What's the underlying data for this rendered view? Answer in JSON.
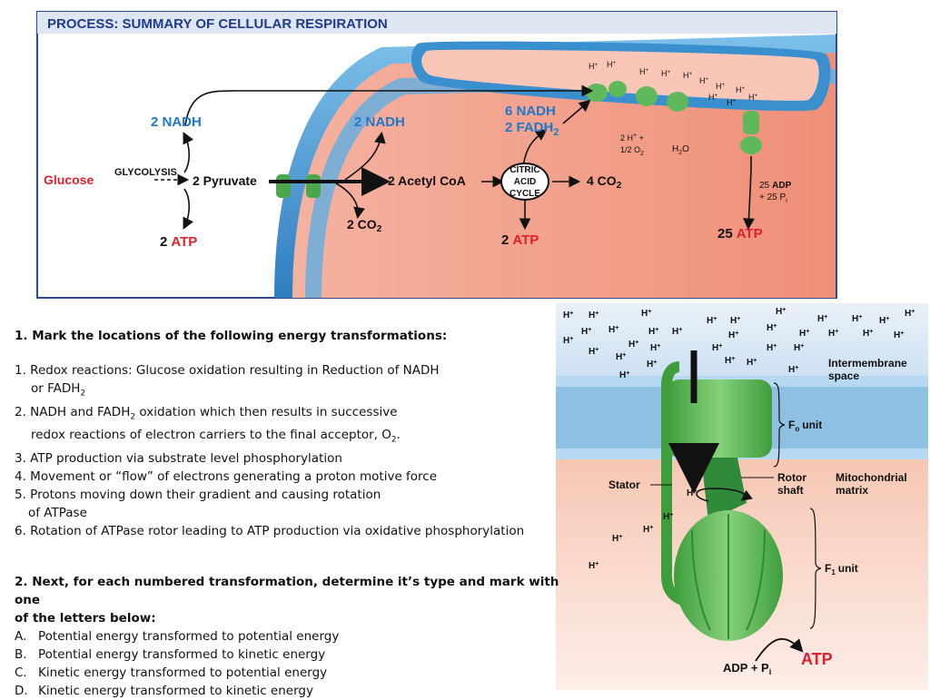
{
  "top": {
    "title": "PROCESS: SUMMARY OF CELLULAR RESPIRATION",
    "nadh_glycolysis": "2 NADH",
    "nadh_pyruvate": "2 NADH",
    "nadh_krebs": "6 NADH",
    "fadh_krebs": "2 FADH",
    "fadh_sub": "2",
    "glucose": "Glucose",
    "glycolysis": "GLYCOLYSIS",
    "pyruvate": "2 Pyruvate",
    "acetyl": "2 Acetyl CoA",
    "citric_1": "CITRIC",
    "citric_2": "ACID",
    "citric_3": "CYCLE",
    "co2_krebs": "4 CO",
    "co2_krebs_sub": "2",
    "co2_pyruvate": "2 CO",
    "co2_pyruvate_sub": "2",
    "atp_glycolysis_num": "2",
    "atp_krebs_num": "2",
    "atp_ox_num": "25",
    "atp_word": "ATP",
    "h2o": "H",
    "h2o_tail": "O",
    "h2_line": "2 H",
    "o2_line": "1/2 O",
    "adp_num": "25",
    "adp_word": "ADP",
    "pi_line": "+ 25 P"
  },
  "synthase": {
    "intermembrane": "Intermembrane",
    "space": "space",
    "fo_unit": "F",
    "fo_sub": "o",
    "fo_tail": "unit",
    "f1_unit": "F",
    "f1_sub": "1",
    "f1_tail": "unit",
    "stator": "Stator",
    "rotor": "Rotor",
    "shaft": "shaft",
    "mito_1": "Mitochondrial",
    "mito_2": "matrix",
    "adp_pi": "ADP + P",
    "pi_sub": "i",
    "atp": "ATP",
    "proton": "H"
  },
  "questions": {
    "q1_heading": "1. Mark the locations of the following energy transformations:",
    "items": [
      "1. Redox reactions: Glucose oxidation resulting in Reduction of NADH",
      "or FADH",
      "2. NADH and FADH",
      " oxidation which then results in successive",
      "redox reactions of electron carriers to the final acceptor, O",
      "3. ATP production via substrate level phosphorylation",
      "4. Movement or “flow” of electrons generating a proton motive force",
      "5. Protons moving down their gradient and causing rotation",
      "of ATPase",
      "6. Rotation of ATPase rotor leading to ATP production via oxidative phosphorylation"
    ],
    "q2_heading_1": "2. Next, for each numbered transformation, determine it’s type and mark with one",
    "q2_heading_2": "of the letters below:",
    "options": [
      {
        "letter": "A.",
        "text": "Potential energy transformed to potential energy"
      },
      {
        "letter": "B.",
        "text": "Potential energy transformed to kinetic energy"
      },
      {
        "letter": "C.",
        "text": "Kinetic energy transformed to potential energy"
      },
      {
        "letter": "D.",
        "text": "Kinetic energy transformed to kinetic energy"
      }
    ]
  },
  "colors": {
    "nadh_blue": "#1f78c8",
    "atp_red": "#e0202e",
    "title_blue": "#1e3c8c",
    "matrix_salmon": "#f29a86",
    "membrane_blue": "#3a8fcf",
    "protein_green": "#5fb85a"
  }
}
